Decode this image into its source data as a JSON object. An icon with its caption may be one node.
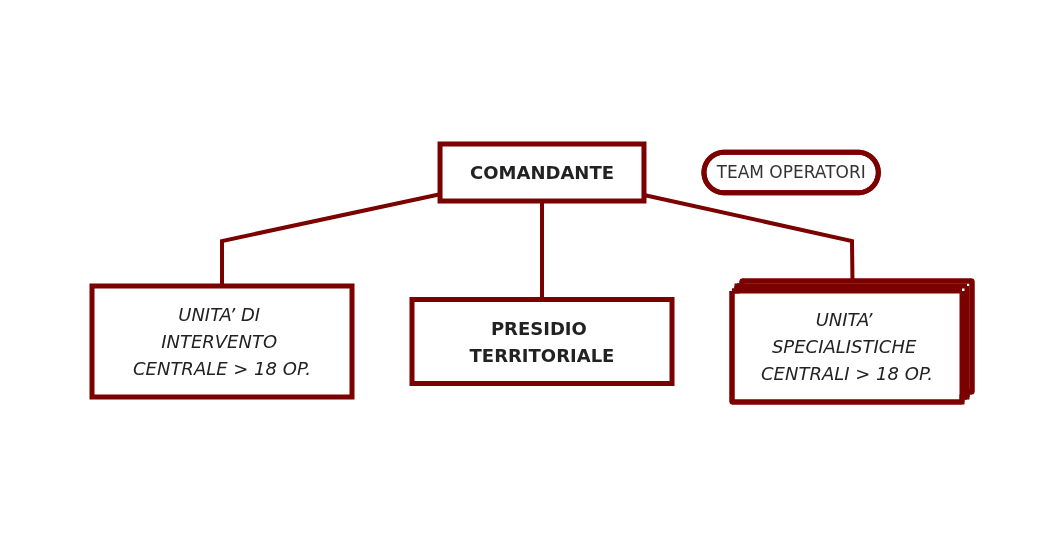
{
  "diagram": {
    "nodes": [
      {
        "text": [
          "COMANDANTE"
        ]
      },
      {
        "text": [
          "TEAM OPERATORI"
        ]
      },
      {
        "text": [
          "UNITA’ DI INTERVENTO CENTRALE > 18 OP."
        ]
      },
      {
        "text": [
          "PRESIDIO TERRITORIALE"
        ]
      },
      {
        "text": [
          "UNITA’ SPECIALISTICHE CENTRALI > 18 OP."
        ]
      }
    ],
    "edges": [
      {
        "from": 0,
        "to": 2,
        "arrow": "none"
      },
      {
        "from": 0,
        "to": 3,
        "arrow": "none"
      },
      {
        "from": 0,
        "to": 4,
        "arrow": "none"
      }
    ]
  }
}
